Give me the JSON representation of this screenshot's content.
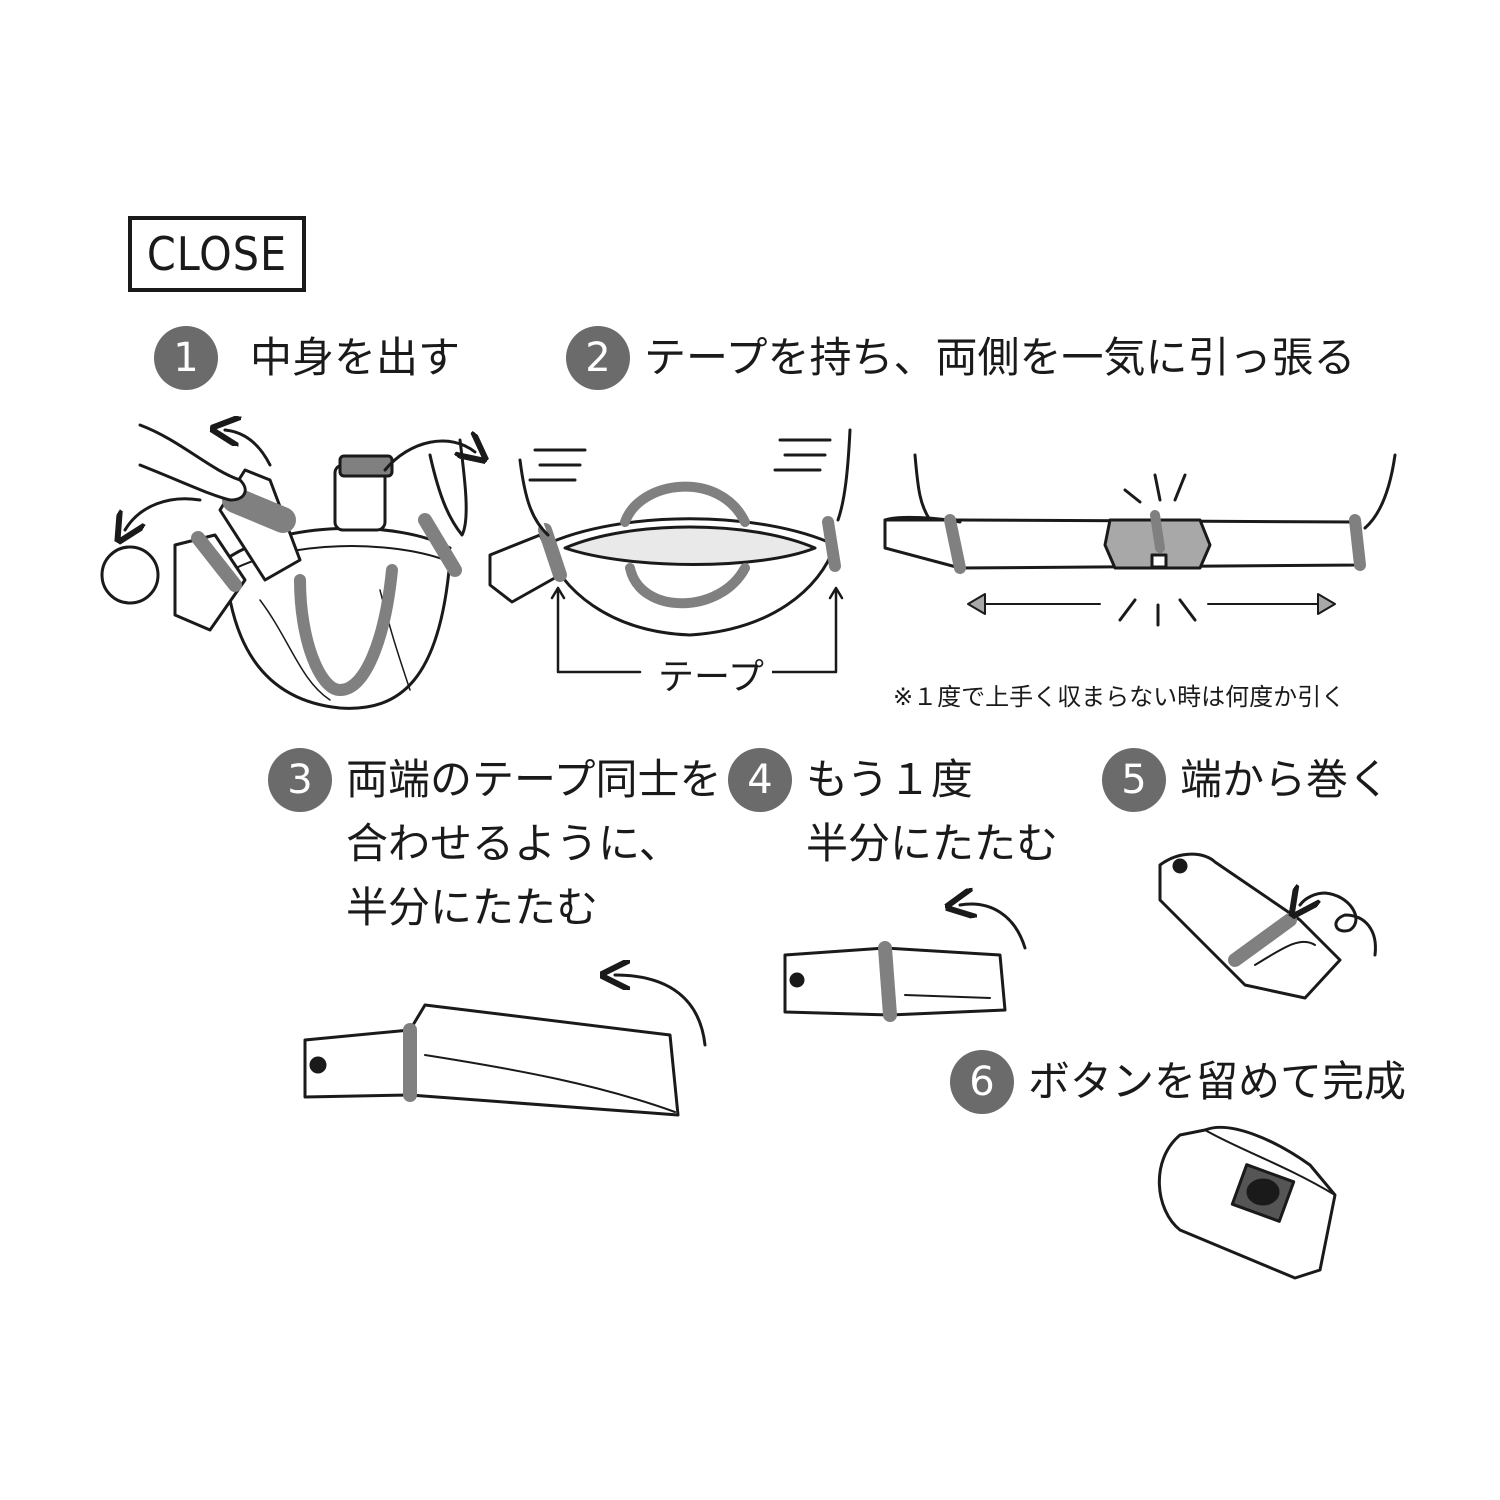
{
  "heading": "CLOSE",
  "steps": [
    {
      "number": "1",
      "text": "中身を出す"
    },
    {
      "number": "2",
      "text": "テープを持ち、両側を一気に引っ張る"
    },
    {
      "number": "3",
      "text": "両端のテープ同士を\n合わせるように、\n半分にたたむ"
    },
    {
      "number": "4",
      "text": "もう１度\n半分にたたむ"
    },
    {
      "number": "5",
      "text": "端から巻く"
    },
    {
      "number": "6",
      "text": "ボタンを留めて完成"
    }
  ],
  "tape_label": "テープ",
  "note": "※１度で上手く収まらない時は何度か引く",
  "colors": {
    "badge": "#6b6b6b",
    "tape": "#808080",
    "outline": "#1a1a1a",
    "fill_light": "#f4f4f4"
  }
}
